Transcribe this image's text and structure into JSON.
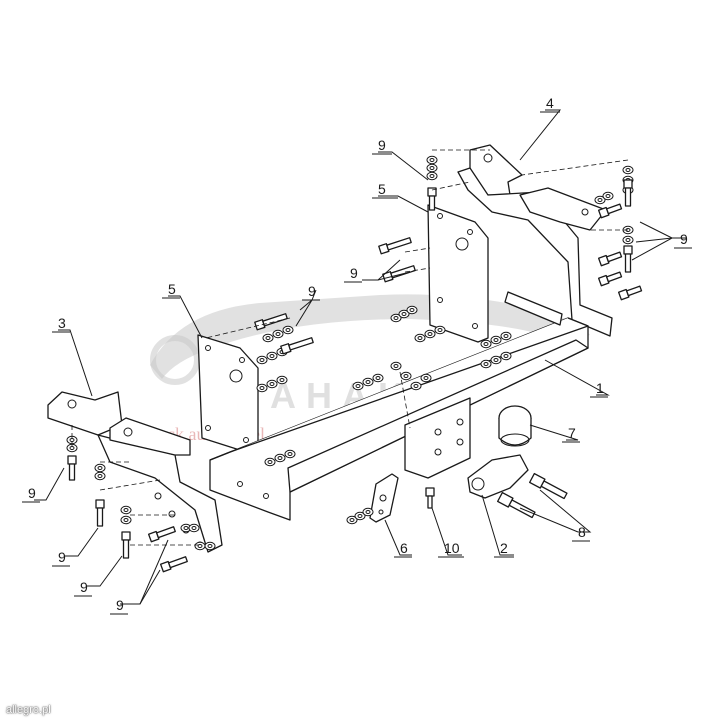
{
  "diagram": {
    "callouts": {
      "p1": "1",
      "p2": "2",
      "p3": "3",
      "p4": "4",
      "p5a": "5",
      "p5b": "5",
      "p6": "6",
      "p7": "7",
      "p8": "8",
      "p9a": "9",
      "p9b": "9",
      "p9c": "9",
      "p9d": "9",
      "p9e": "9",
      "p9f": "9",
      "p9g": "9",
      "p9h": "9",
      "p10": "10"
    },
    "watermark": {
      "brand": "AHAKA",
      "tagline": "pack auto travel"
    }
  },
  "footer": {
    "credit": "allegro.pl"
  }
}
